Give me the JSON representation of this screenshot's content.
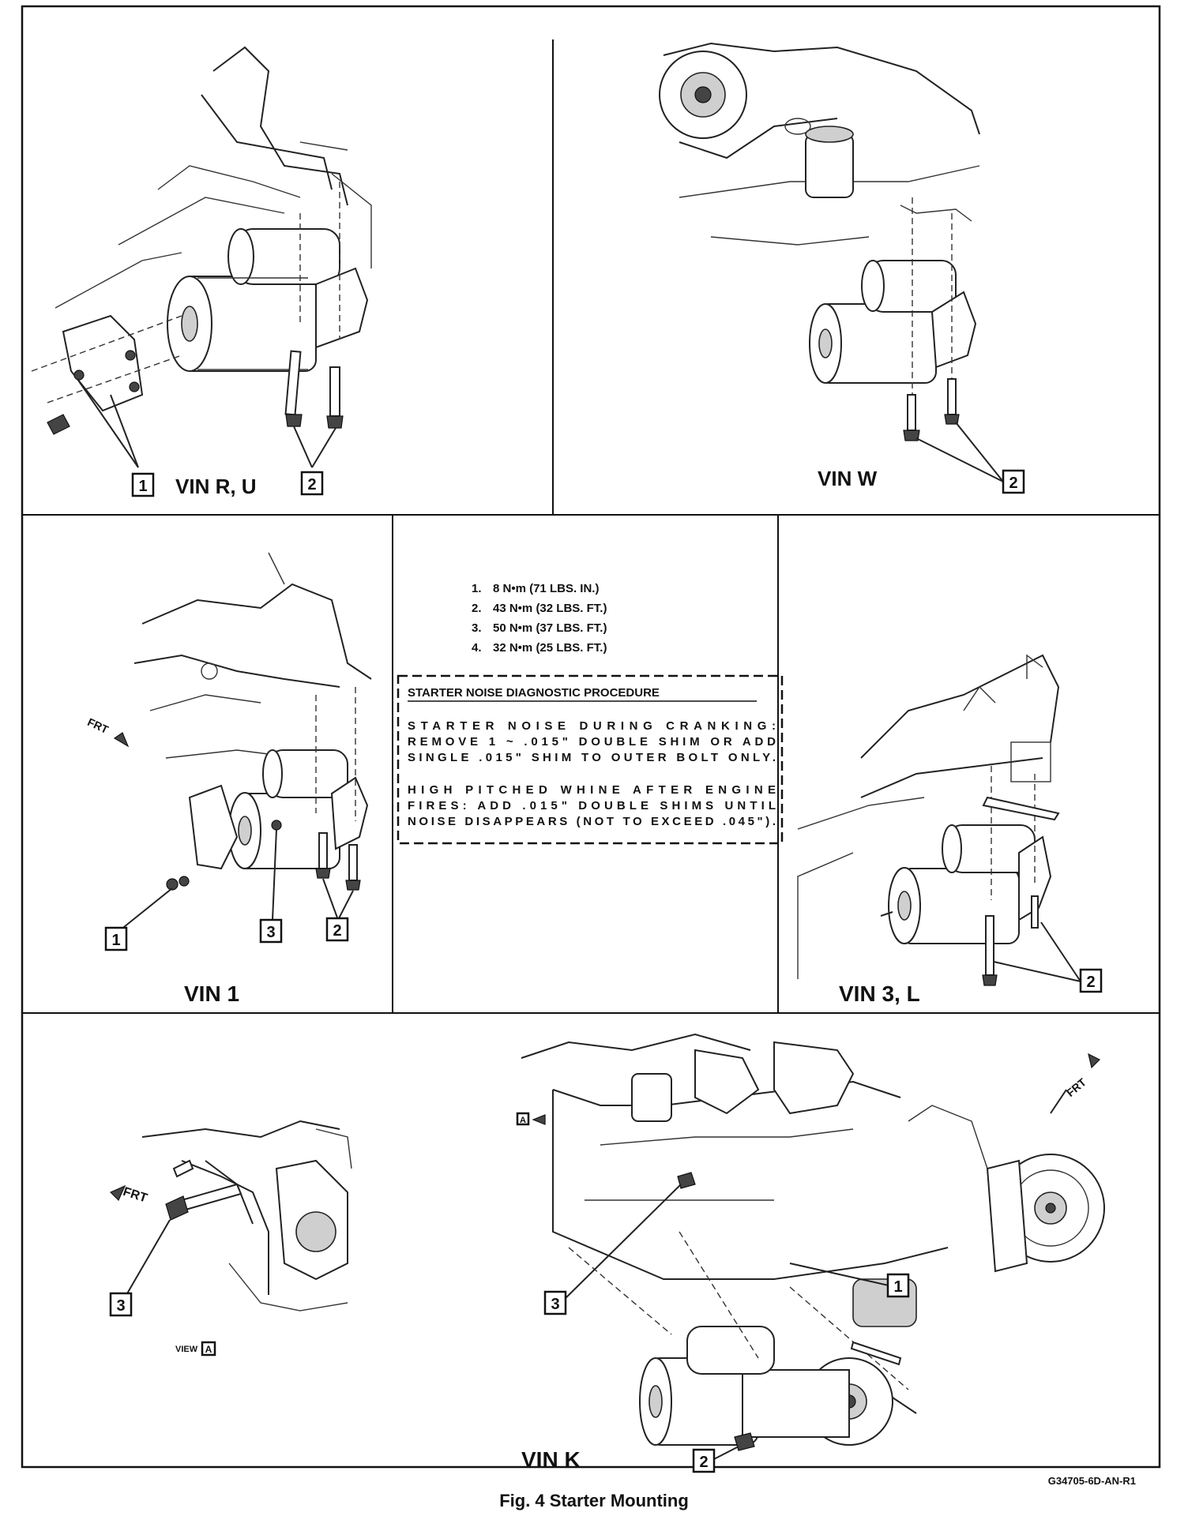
{
  "figure": {
    "caption": "Fig. 4 Starter Mounting",
    "code": "G34705-6D-AN-R1"
  },
  "panels": {
    "vin_ru": {
      "title": "VIN R, U",
      "callouts": [
        "1",
        "2"
      ]
    },
    "vin_w": {
      "title": "VIN W",
      "callouts": [
        "2"
      ]
    },
    "vin_1": {
      "title": "VIN 1",
      "callouts": [
        "1",
        "3",
        "2"
      ],
      "front_label": "FRT"
    },
    "vin_3l": {
      "title": "VIN 3, L",
      "callouts": [
        "2"
      ]
    },
    "view_a": {
      "title": "VIEW",
      "view_letter": "A",
      "callouts": [
        "3"
      ],
      "front_label": "FRT"
    },
    "vin_k": {
      "title": "VIN K",
      "callouts": [
        "3",
        "1",
        "2"
      ],
      "front_label": "FRT",
      "view_marker": "A"
    }
  },
  "torque_specs": [
    {
      "num": "1.",
      "text": "8 N•m (71 LBS. IN.)"
    },
    {
      "num": "2.",
      "text": "43 N•m (32 LBS. FT.)"
    },
    {
      "num": "3.",
      "text": "50 N•m (37 LBS. FT.)"
    },
    {
      "num": "4.",
      "text": "32 N•m (25 LBS. FT.)"
    }
  ],
  "noise_box": {
    "title": "STARTER NOISE DIAGNOSTIC PROCEDURE",
    "para1": [
      "STARTER  NOISE  DURING  CRANKING:",
      "REMOVE 1 ~ .015\" DOUBLE SHIM OR ADD",
      "SINGLE .015\" SHIM TO OUTER BOLT ONLY."
    ],
    "para2": [
      "HIGH  PITCHED  WHINE  AFTER  ENGINE",
      "FIRES:  ADD .015\" DOUBLE SHIMS UNTIL",
      "NOISE DISAPPEARS (NOT TO EXCEED .045\")."
    ]
  }
}
